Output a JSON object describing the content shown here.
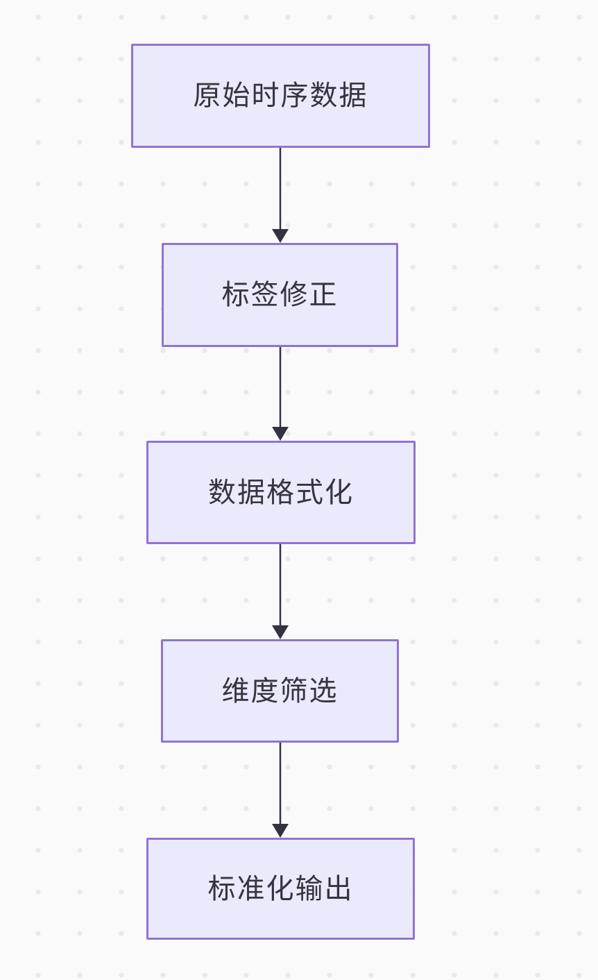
{
  "diagram": {
    "type": "flowchart",
    "direction": "top-down",
    "nodes": [
      {
        "id": "raw-timeseries-data",
        "label": "原始时序数据"
      },
      {
        "id": "label-correction",
        "label": "标签修正"
      },
      {
        "id": "data-formatting",
        "label": "数据格式化"
      },
      {
        "id": "dimension-filtering",
        "label": "维度筛选"
      },
      {
        "id": "standardized-output",
        "label": "标准化输出"
      }
    ],
    "edges": [
      {
        "from": "raw-timeseries-data",
        "to": "label-correction"
      },
      {
        "from": "label-correction",
        "to": "data-formatting"
      },
      {
        "from": "data-formatting",
        "to": "dimension-filtering"
      },
      {
        "from": "dimension-filtering",
        "to": "standardized-output"
      }
    ],
    "colors": {
      "background": "#fbfafa",
      "dot": "#e9e8ea",
      "node_fill": "#ebe9fc",
      "node_border": "#8e74d2",
      "node_text": "#36343e",
      "arrow": "#333240"
    }
  }
}
